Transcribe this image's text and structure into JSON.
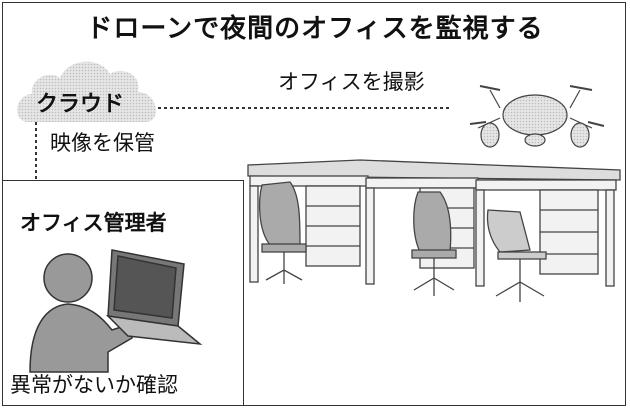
{
  "title": "ドローンで夜間のオフィスを監視する",
  "cloud": {
    "label": "クラウド",
    "caption": "映像を保管"
  },
  "drone": {
    "caption": "オフィスを撮影"
  },
  "manager": {
    "title": "オフィス管理者",
    "caption": "異常がないか確認"
  }
}
